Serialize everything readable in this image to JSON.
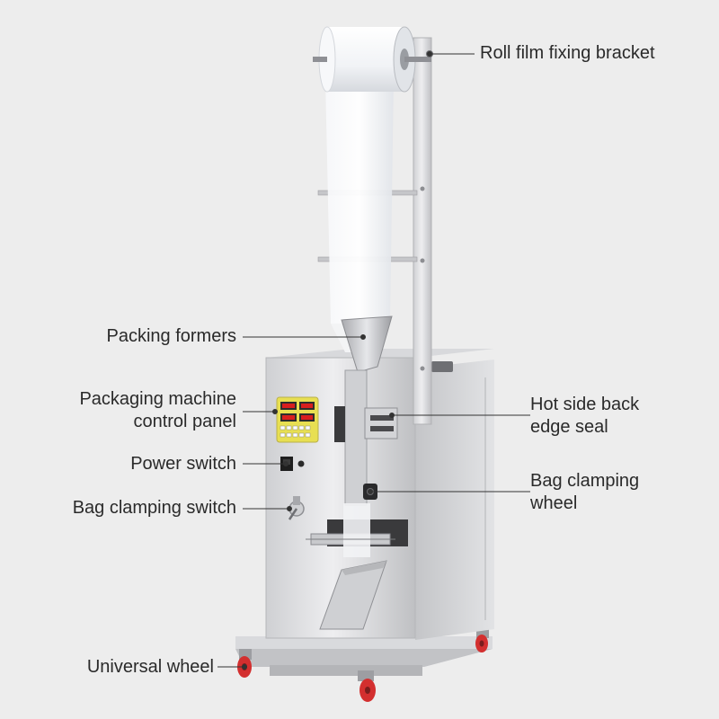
{
  "callouts": {
    "roll_film_bracket": "Roll film fixing bracket",
    "packing_formers": "Packing formers",
    "control_panel_line1": "Packaging machine",
    "control_panel_line2": "control panel",
    "power_switch": "Power switch",
    "bag_clamping_switch": "Bag clamping switch",
    "universal_wheel": "Universal wheel",
    "hot_side_seal_line1": "Hot side back",
    "hot_side_seal_line2": "edge seal",
    "bag_clamping_wheel_line1": "Bag clamping",
    "bag_clamping_wheel_line2": "wheel"
  },
  "colors": {
    "background": "#ededed",
    "steel_light": "#e4e4e6",
    "steel_mid": "#c9c9cc",
    "steel_dark": "#9a9a9e",
    "panel_yellow": "#e8df52",
    "led_red": "#d81e1e",
    "wheel_red": "#d32f2f",
    "leader_line": "#333333"
  }
}
